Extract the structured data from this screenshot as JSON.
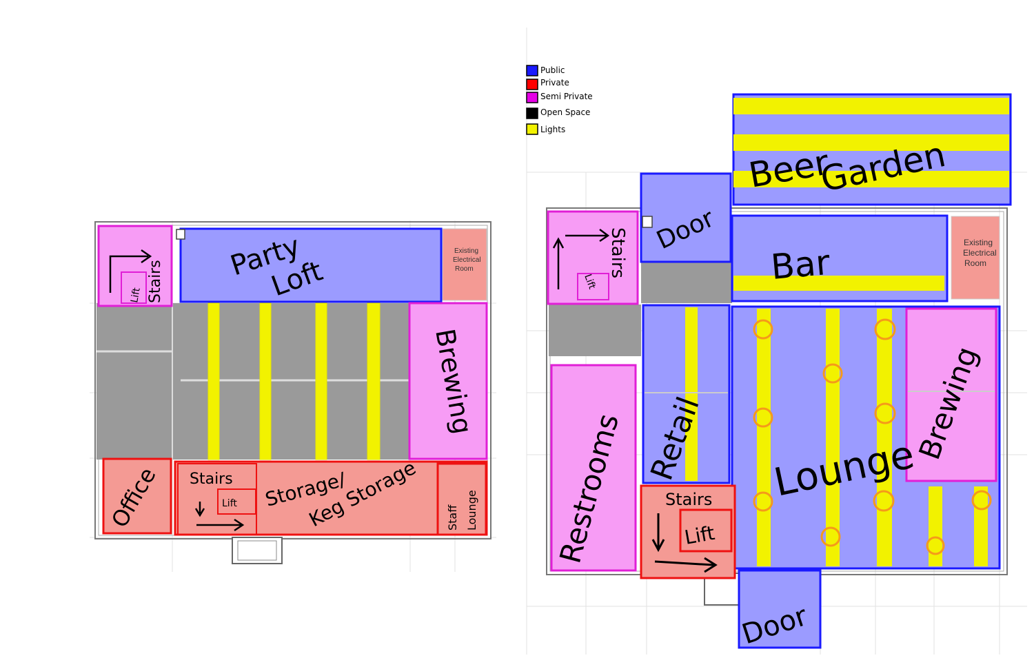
{
  "legend": {
    "items": [
      {
        "label": "Public",
        "color": "#1a1aff"
      },
      {
        "label": "Private",
        "color": "#ff0000"
      },
      {
        "label": "Semi Private",
        "color": "#e600e6"
      },
      {
        "label": "Open Space",
        "color": "#000000"
      },
      {
        "label": "Lights",
        "color": "#f2f200"
      }
    ]
  },
  "colors": {
    "public_fill": "#9b9bff",
    "public_stroke": "#1a1aff",
    "private_fill": "#f49a94",
    "private_stroke": "#ee1111",
    "semi_fill": "#f79cf5",
    "semi_stroke": "#e01fd6",
    "open_fill": "#9a9a9a",
    "light_fill": "#f2f200",
    "light_circle": "#f59a1a",
    "electrical_fill": "#f49a94"
  },
  "floor1": {
    "party_loft_line1": "Party",
    "party_loft_line2": "Loft",
    "stairs": "Stairs",
    "lift": "Lift",
    "brewing": "Brewing",
    "office": "Office",
    "stairs_lower": "Stairs",
    "lift_lower": "Lift",
    "storage_line1": "Storage/",
    "storage_line2": "Keg Storage",
    "staff_lounge_line1": "Staff",
    "staff_lounge_line2": "Lounge",
    "electrical_line1": "Existing",
    "electrical_line2": "Electrical",
    "electrical_line3": "Room"
  },
  "floor2": {
    "beer_garden_line1": "Beer",
    "beer_garden_line2": "Garden",
    "door_top": "Door",
    "bar": "Bar",
    "stairs": "Stairs",
    "lift": "Lift",
    "retail": "Retail",
    "lounge": "Lounge",
    "brewing": "Brewing",
    "restrooms": "Restrooms",
    "stairs_lower": "Stairs",
    "lift_lower": "Lift",
    "door_bottom": "Door",
    "electrical_line1": "Existing",
    "electrical_line2": "Electrical",
    "electrical_line3": "Room"
  }
}
